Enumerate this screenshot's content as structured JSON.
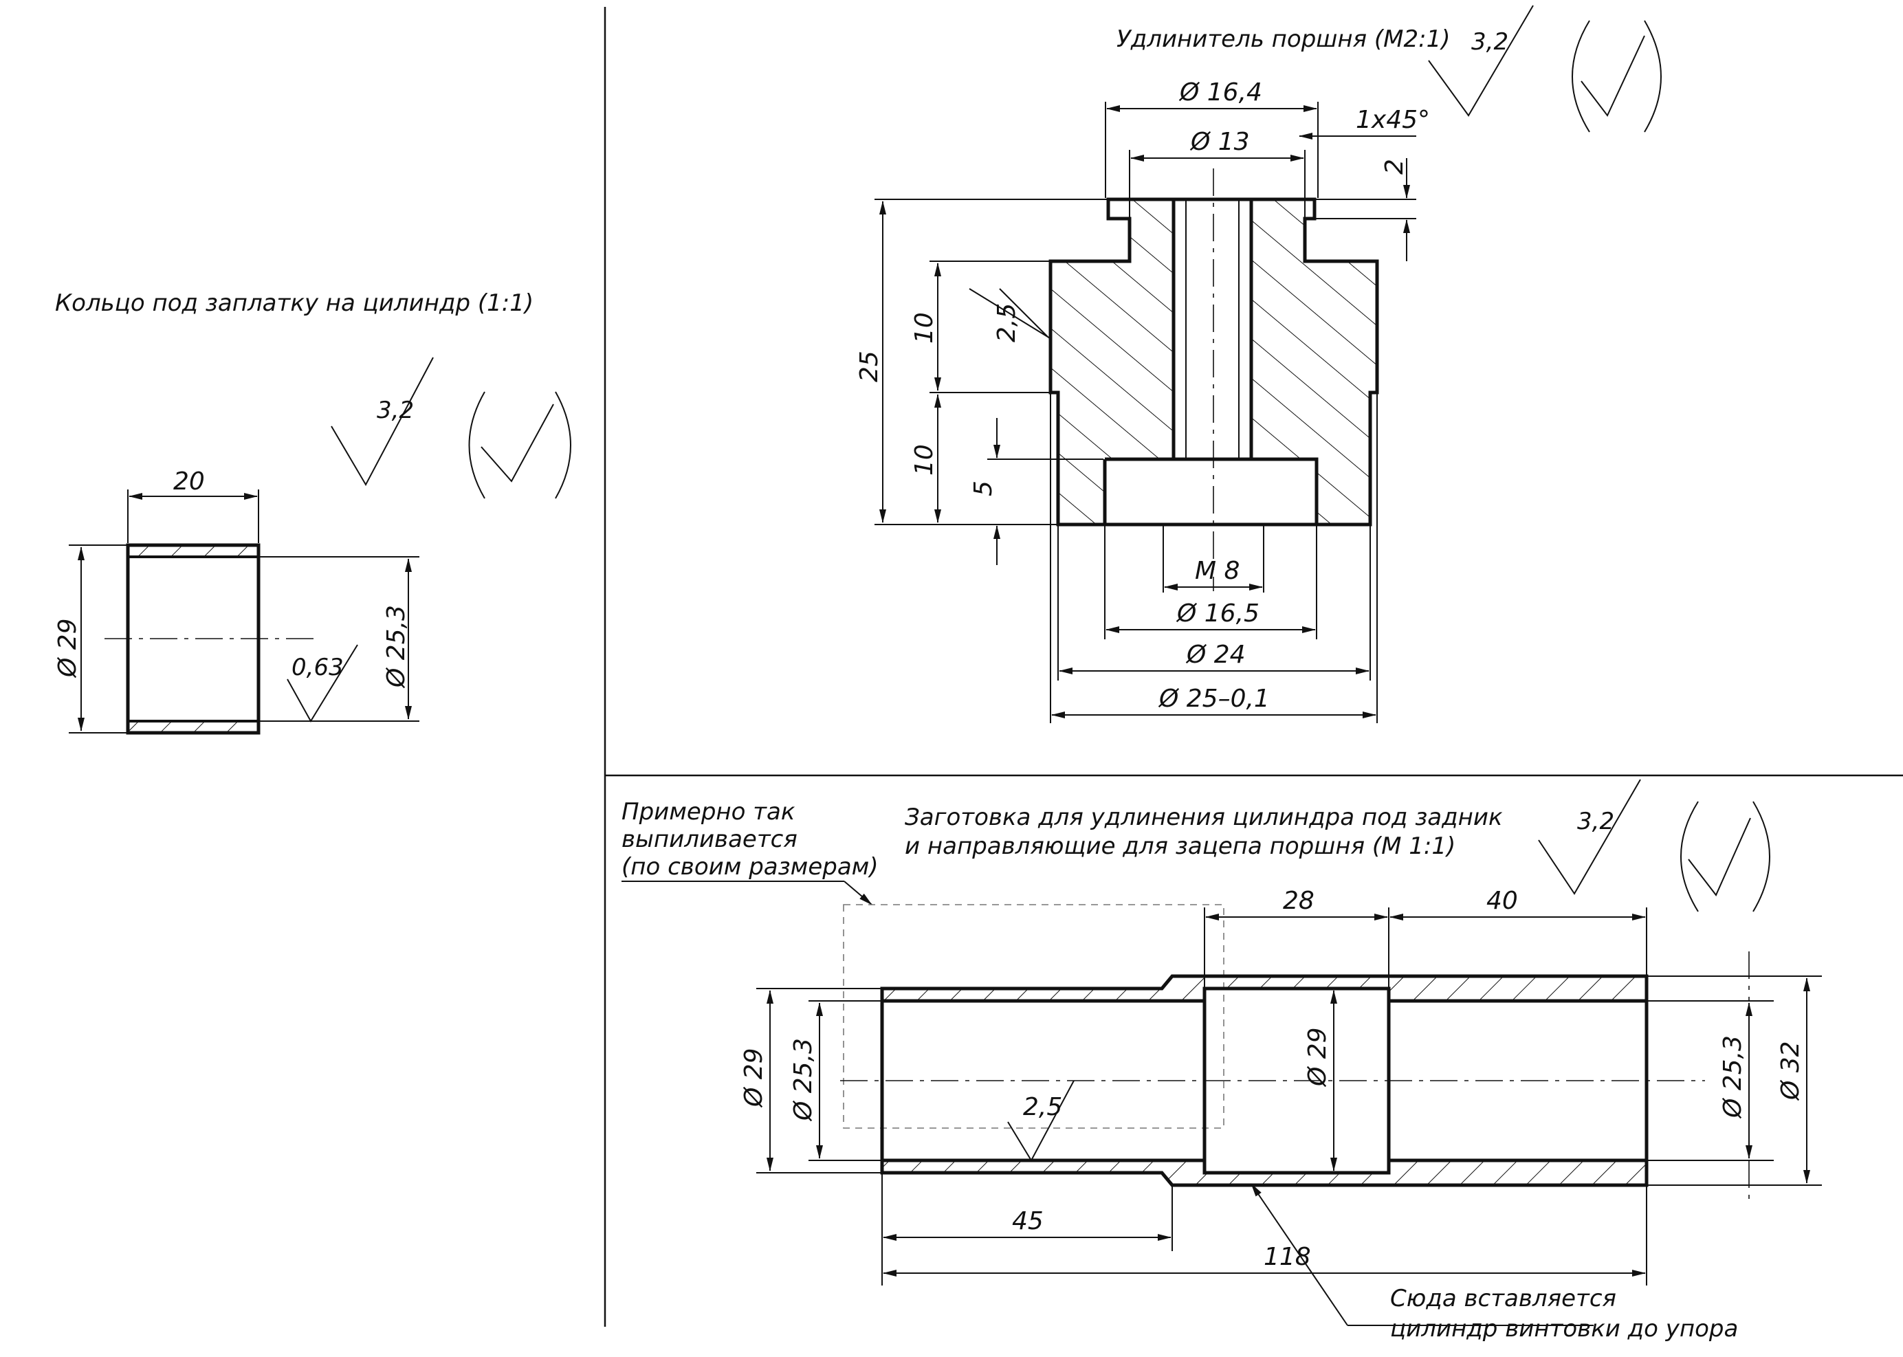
{
  "ring": {
    "title": "Кольцо под заплатку  на цилиндр (1:1)",
    "roughness_general": "3,2",
    "roughness_inner": "0,63",
    "dim_length": "20",
    "dim_outer": "Ø 29",
    "dim_inner": "Ø 25,3"
  },
  "extender": {
    "title": "Удлинитель поршня (М2:1)",
    "roughness_general": "3,2",
    "roughness_side": "2,5",
    "dim_top_dia": "Ø 16,4",
    "dim_neck_dia": "Ø 13",
    "dim_chamfer": "1x45°",
    "dim_flange_thk": "2",
    "dim_height": "25",
    "dim_upper": "10",
    "dim_lower": "10",
    "dim_recess": "5",
    "dim_thread": "М 8",
    "dim_recess_dia": "Ø 16,5",
    "dim_lower_dia": "Ø 24",
    "dim_body_dia": "Ø 25–0,1"
  },
  "blank": {
    "title_line1": "Заготовка для удлинения цилиндра под задник",
    "title_line2": "и направляющие для зацепа поршня (М 1:1)",
    "note_line1": "Примерно так",
    "note_line2": "выпиливается",
    "note_line3": "(по своим размерам)",
    "roughness_general": "3,2",
    "roughness_inner": "2,5",
    "dim_28": "28",
    "dim_40": "40",
    "dim_45": "45",
    "dim_118": "118",
    "dim_left_outer": "Ø 29",
    "dim_left_inner": "Ø 25,3",
    "dim_mid": "Ø 29",
    "dim_right_inner": "Ø 25,3",
    "dim_right_outer": "Ø 32",
    "callout_line1": "Сюда вставляется",
    "callout_line2": "цилиндр винтовки до упора"
  }
}
